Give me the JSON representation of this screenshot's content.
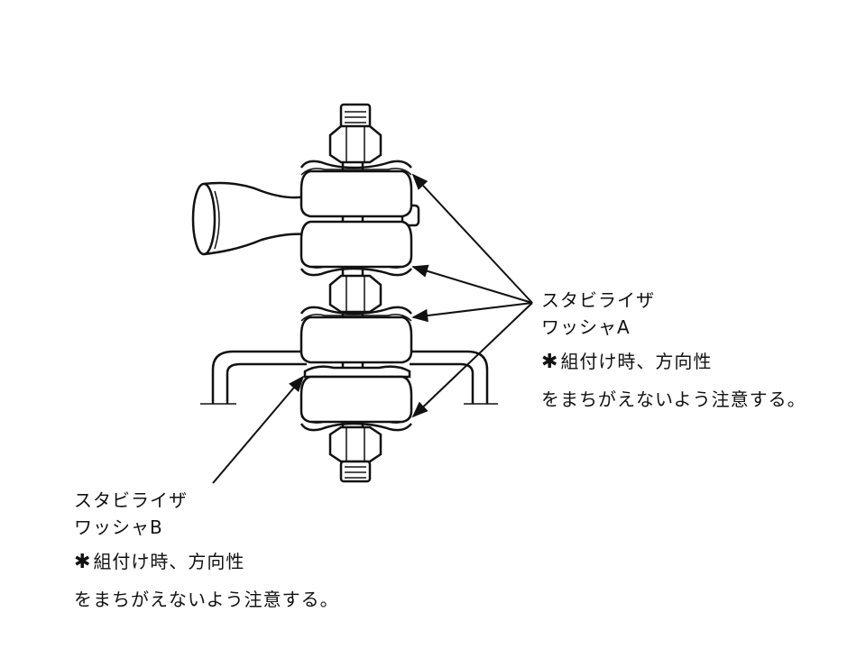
{
  "callout_a": {
    "name": "スタビライザ",
    "part": "ワッシャA",
    "mark": "✱",
    "note": "組付け時、方向性",
    "caution": "をまちがえないよう注意する。"
  },
  "callout_b": {
    "name": "スタビライザ",
    "part": "ワッシャB",
    "mark": "✱",
    "note": "組付け時、方向性",
    "caution": "をまちがえないよう注意する。"
  }
}
